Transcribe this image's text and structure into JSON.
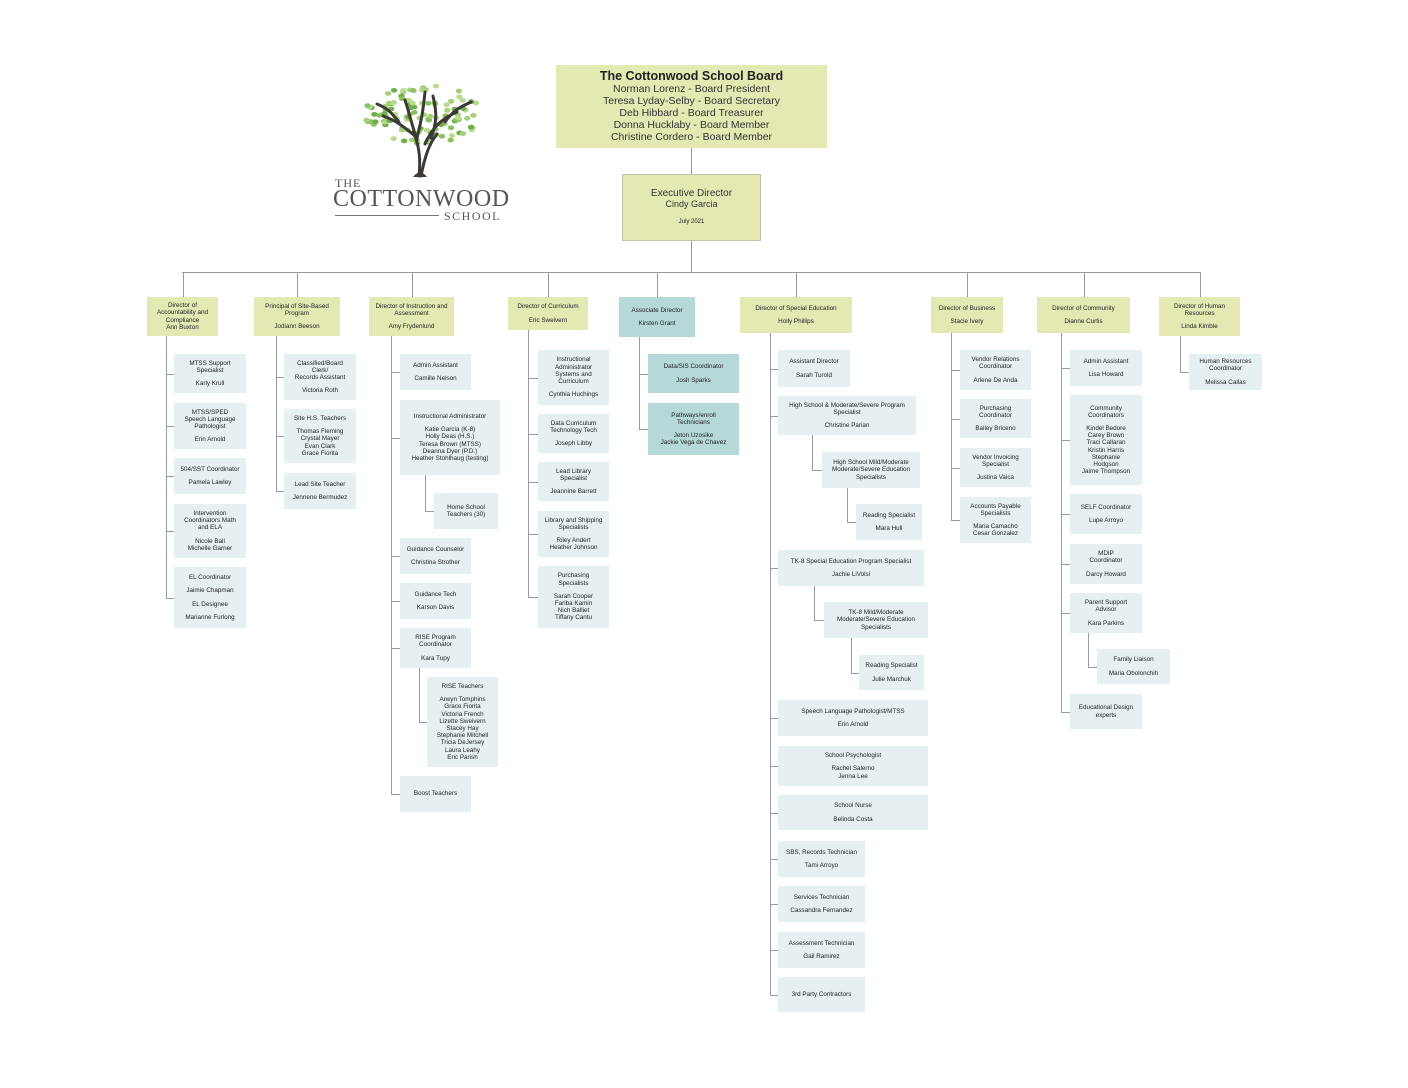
{
  "colors": {
    "head": "#e4e8b3",
    "teal": "#b6d8d9",
    "staff": "#e6f0f2",
    "line": "#9a9a9a"
  },
  "logo": {
    "the": "THE",
    "name": "COTTONWOOD",
    "school": "SCHOOL"
  },
  "board": {
    "title": "The Cottonwood School Board",
    "members": [
      "Norman Lorenz - Board President",
      "Teresa Lyday-Selby - Board Secretary",
      "Deb Hibbard - Board Treasurer",
      "Donna Hucklaby - Board Member",
      "Christine Cordero - Board Member"
    ]
  },
  "executive": {
    "title": "Executive Director",
    "name": "Cindy Garcia",
    "date": "July 2021"
  },
  "departments": [
    {
      "head": {
        "text": [
          "Director of\nAccountability and\nCompliance\nAnn Buxton"
        ]
      },
      "staff": [
        {
          "text": [
            "MTSS Support\nSpecialist",
            "Karly Krull"
          ]
        },
        {
          "text": [
            "MTSS/SPED\nSpeech Language\nPathologist",
            "Erin Arnold"
          ]
        },
        {
          "text": [
            "504/SST Coordinator",
            "Pamela Lawley"
          ]
        },
        {
          "text": [
            "Intervention\nCoordinators Math\nand ELA",
            "Nicole Ball\nMichelle Garner"
          ]
        },
        {
          "text": [
            "EL Coordinator",
            "Jaimie Chapman",
            "EL Designee",
            "Marianne Furlong"
          ]
        }
      ]
    },
    {
      "head": {
        "text": [
          "Principal of Site-Based\nProgram",
          "Jodiann Beeson"
        ]
      },
      "staff": [
        {
          "text": [
            "Classified/Board\nClerk/\nRecords Assistant",
            "Victoria Roth"
          ]
        },
        {
          "text": [
            "Site H.S. Teachers",
            "Thomas Fleming\nCrystal Mayer\nEvan Clark\nGrace Fiorita"
          ]
        },
        {
          "text": [
            "Lead Site Teacher",
            "Jennene Bermudez"
          ]
        }
      ]
    },
    {
      "head": {
        "text": [
          "Director of Instruction and\nAssessment",
          "Amy Frydenlund"
        ]
      },
      "staff": [
        {
          "text": [
            "Admin Assistant",
            "Camille Nelson"
          ]
        },
        {
          "text": [
            "Instructional Administrator",
            "Katie Garcia (K-8)\nHolly Deas (H.S.)\nTeresa Brown (MTSS)\nDeanna Dyer (P.D.)\nHeather Stohlhaug (testing)"
          ],
          "reports": [
            {
              "text": [
                "Home School\nTeachers (30)"
              ]
            }
          ]
        },
        {
          "text": [
            "Guidance Counselor",
            "Christina Strother"
          ]
        },
        {
          "text": [
            "Guidance Tech",
            "Karson Davis"
          ]
        },
        {
          "text": [
            "RISE Program\nCoordinator",
            "Kara Tupy"
          ],
          "reports": [
            {
              "text": [
                "RISE Teachers",
                "Arwyn Tomphins\nGrace Fiorita\nVictoria French\nLizette Sweivern\nStacey Hay\nStephanie Mitchell\nTricia DeJersey\nLaura Leahy\nEric Parish"
              ]
            }
          ]
        },
        {
          "text": [
            "Boost Teachers"
          ]
        }
      ]
    },
    {
      "head": {
        "text": [
          "Director of Curriculum",
          "Eric Sweivern"
        ]
      },
      "staff": [
        {
          "text": [
            "Instructional\nAdministrator\nSystems and\nCurriculum",
            "Cynthia Huchings"
          ]
        },
        {
          "text": [
            "Data Curriculum\nTechnology Tech",
            "Joseph Libby"
          ]
        },
        {
          "text": [
            "Lead Library\nSpecialist",
            "Jeannine Barrett"
          ]
        },
        {
          "text": [
            "Library and Shipping\nSpecialists",
            "Riley Andert\nHeather Johnson"
          ]
        },
        {
          "text": [
            "Purchasing\nSpecialists",
            "Sarah Cooper\nFariba Kamin\nNich Balliet\nTiffany Cantu"
          ]
        }
      ]
    },
    {
      "head": {
        "text": [
          "Associate Director",
          "Kirsten Grant"
        ],
        "variant": "teal"
      },
      "staff": [
        {
          "text": [
            "Data/SIS Coordinator",
            "Josh Sparks"
          ],
          "variant": "teal"
        },
        {
          "text": [
            "Pathways/enroll\nTechnicians",
            "Jeton Uzosike\nJackie Vega de Chavez"
          ],
          "variant": "teal"
        }
      ]
    },
    {
      "head": {
        "text": [
          "Director of Special Education",
          "Holly Phillips"
        ]
      },
      "staff": [
        {
          "text": [
            "Assistant Director",
            "Sarah Turold"
          ]
        },
        {
          "text": [
            "High School & Moderate/Severe Program\nSpecialist",
            "Christine Parian"
          ],
          "reports": [
            {
              "text": [
                "High School Mild/Moderate\nModerate/Severe Education\nSpecialists"
              ],
              "reports": [
                {
                  "text": [
                    "Reading Specialist",
                    "Mara Hull"
                  ]
                }
              ]
            }
          ]
        },
        {
          "text": [
            "TK-8 Special Education Program Specialist",
            "Jachie LiVolsi"
          ],
          "reports": [
            {
              "text": [
                "TK-8 Mild/Moderate\nModerate/Severe Education\nSpecialists"
              ],
              "reports": [
                {
                  "text": [
                    "Reading Specialist",
                    "Julie Marchuk"
                  ]
                }
              ]
            }
          ]
        },
        {
          "text": [
            "Speech Language Pathologist/MTSS",
            "Erin Arnold"
          ]
        },
        {
          "text": [
            "School Psychologist",
            "Rachel Salerno\nJenna Lee"
          ]
        },
        {
          "text": [
            "School Nurse",
            "Belinda Costa"
          ]
        },
        {
          "text": [
            "SBS, Records Technician",
            "Tami Arroyo"
          ]
        },
        {
          "text": [
            "Services Technician",
            "Cassandra Fernandez"
          ]
        },
        {
          "text": [
            "Assessment Technician",
            "Gail Ramirez"
          ]
        },
        {
          "text": [
            "3rd Party Contractors"
          ]
        }
      ]
    },
    {
      "head": {
        "text": [
          "Director of Business",
          "Stacie Ivery"
        ]
      },
      "staff": [
        {
          "text": [
            "Vendor Relations\nCoordinator",
            "Arlene De Anda"
          ]
        },
        {
          "text": [
            "Purchasing\nCoordinator",
            "Bailey Briceno"
          ]
        },
        {
          "text": [
            "Vendor Invoicing\nSpecialist",
            "Justina Vaica"
          ]
        },
        {
          "text": [
            "Accounts Payable\nSpecialists",
            "Maria Camacho\nCesar Gonzalez"
          ]
        }
      ]
    },
    {
      "head": {
        "text": [
          "Director of Community",
          "Dianne Curtis"
        ]
      },
      "staff": [
        {
          "text": [
            "Admin Assistant",
            "Lisa Howard"
          ]
        },
        {
          "text": [
            "Community\nCoordinators",
            "Kindel Bedore\nCarey Brown\nTraci Callaran\nKristin Harris\nStephanie\nHodgson\nJaime Thompson"
          ]
        },
        {
          "text": [
            "SELF Coordinator",
            "Lupe Arroyo"
          ]
        },
        {
          "text": [
            "MDIP\nCoordinator",
            "Darcy Howard"
          ]
        },
        {
          "text": [
            "Parent Support\nAdvisor",
            "Kara Parkins"
          ],
          "reports": [
            {
              "text": [
                "Family Liaison",
                "Maria Obolonchih"
              ]
            }
          ]
        },
        {
          "text": [
            "Educational Design\nexperts"
          ]
        }
      ]
    },
    {
      "head": {
        "text": [
          "Director of Human\nResources",
          "Linda Kimble"
        ]
      },
      "staff": [
        {
          "text": [
            "Human Resources\nCoordinator",
            "Melissa Callas"
          ]
        }
      ]
    }
  ]
}
